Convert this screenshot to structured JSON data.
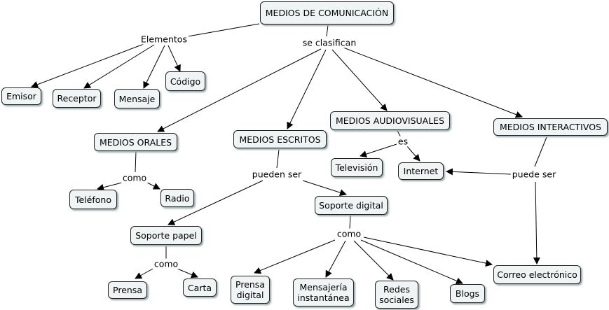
{
  "nodes": {
    "root": "MEDIOS DE COMUNICACIÓN",
    "emisor": "Emisor",
    "receptor": "Receptor",
    "mensaje": "Mensaje",
    "codigo": "Código",
    "orales": "MEDIOS ORALES",
    "escritos": "MEDIOS ESCRITOS",
    "audiovisuales": "MEDIOS AUDIOVISUALES",
    "interactivos": "MEDIOS INTERACTIVOS",
    "telefono": "Teléfono",
    "radio": "Radio",
    "television": "Televisión",
    "internet": "Internet",
    "soporte_papel": "Soporte papel",
    "soporte_digital": "Soporte digital",
    "prensa": "Prensa",
    "carta": "Carta",
    "prensa_digital": "Prensa\ndigital",
    "mensajeria": "Mensajería\ninstantánea",
    "redes": "Redes\nsociales",
    "blogs": "Blogs",
    "correo": "Correo electrónico"
  },
  "links": {
    "elementos": "Elementos",
    "se_clasifican": "se clasifican",
    "es": "es",
    "como_orales": "como",
    "pueden_ser": "pueden ser",
    "puede_ser": "puede ser",
    "como_papel": "como",
    "como_digital": "como"
  }
}
